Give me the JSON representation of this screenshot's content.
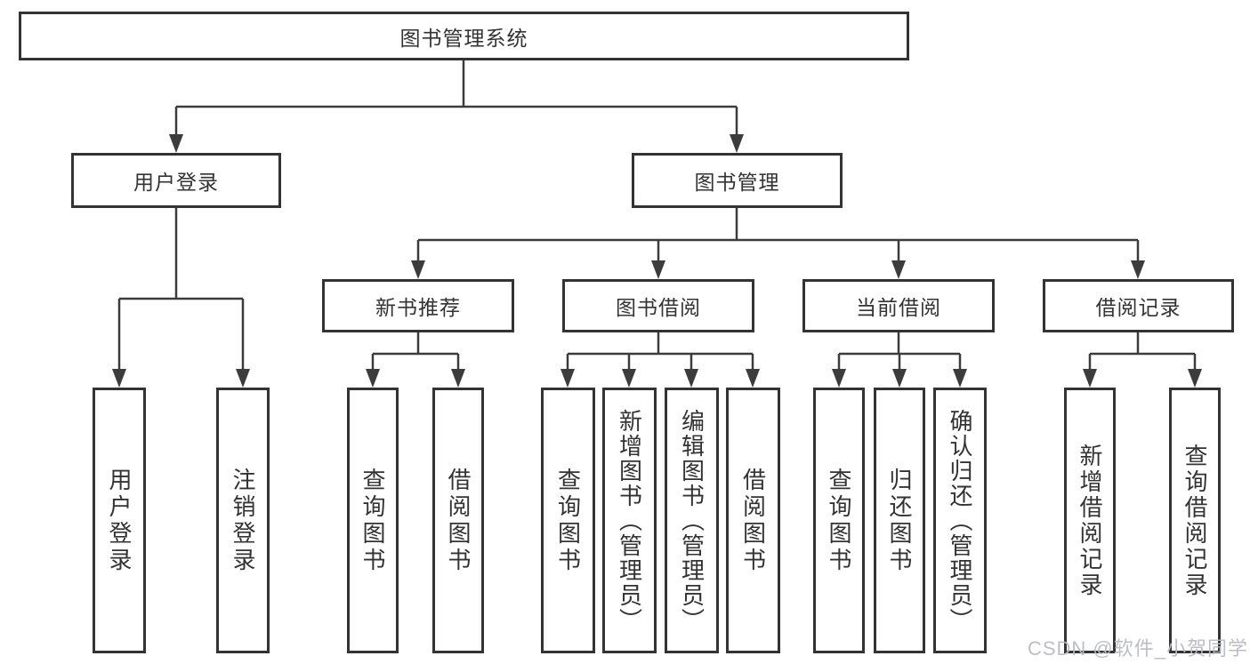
{
  "diagram": {
    "type": "tree",
    "title": "图书管理系统",
    "watermark": "CSDN @软件_小贺同学",
    "colors": {
      "border": "#333333",
      "line": "#3c3c3c",
      "text": "#333333",
      "background": "#ffffff",
      "watermark": "#b8bac0"
    },
    "nodes": {
      "root": {
        "label": "图书管理系统"
      },
      "login": {
        "label": "用户登录"
      },
      "manage": {
        "label": "图书管理"
      },
      "login_user": {
        "label": "用户登录"
      },
      "login_logout": {
        "label": "注销登录"
      },
      "recommend": {
        "label": "新书推荐"
      },
      "borrow": {
        "label": "图书借阅"
      },
      "current": {
        "label": "当前借阅"
      },
      "records": {
        "label": "借阅记录"
      },
      "recommend_query": {
        "label": "查询图书"
      },
      "recommend_borrow": {
        "label": "借阅图书"
      },
      "borrow_query": {
        "label": "查询图书"
      },
      "borrow_add": {
        "label": "新增图书（管理员）"
      },
      "borrow_edit": {
        "label": "编辑图书（管理员）"
      },
      "borrow_lend": {
        "label": "借阅图书"
      },
      "current_query": {
        "label": "查询图书"
      },
      "current_return": {
        "label": "归还图书"
      },
      "current_confirm": {
        "label": "确认归还（管理员）"
      },
      "records_add": {
        "label": "新增借阅记录"
      },
      "records_query": {
        "label": "查询借阅记录"
      }
    },
    "edges": [
      "root→login",
      "root→manage",
      "login→login_user",
      "login→login_logout",
      "manage→recommend",
      "manage→borrow",
      "manage→current",
      "manage→records",
      "recommend→recommend_query",
      "recommend→recommend_borrow",
      "borrow→borrow_query",
      "borrow→borrow_add",
      "borrow→borrow_edit",
      "borrow→borrow_lend",
      "current→current_query",
      "current→current_return",
      "current→current_confirm",
      "records→records_add",
      "records→records_query"
    ]
  }
}
